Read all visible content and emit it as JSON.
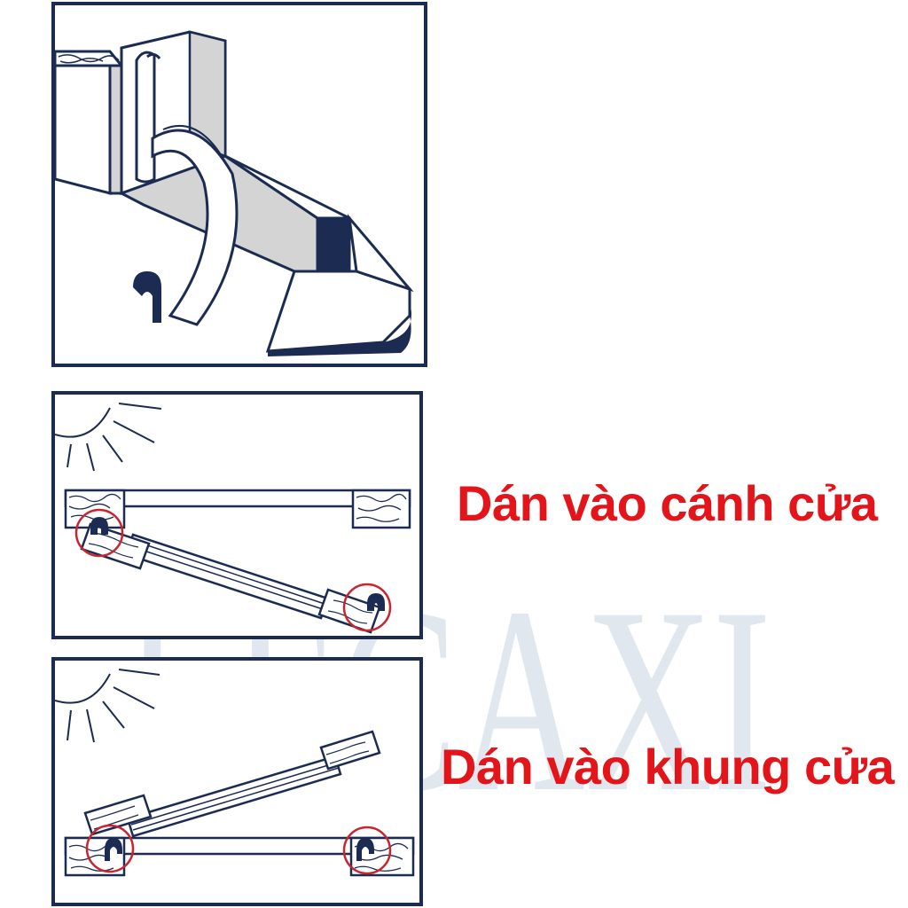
{
  "captions": {
    "sash": "Dán vào cánh cửa",
    "frame": "Dán vào khung cửa"
  },
  "watermark": {
    "text": "LECAXI"
  },
  "colors": {
    "navy": "#1b2b52",
    "caption_red": "#e4141b",
    "circle_red": "#c8262e",
    "watermark": "#c9d3e0",
    "gray_fill": "#d4d4d4"
  },
  "icons": {
    "sun": "sun-icon",
    "highlight": "red-circle-highlight"
  }
}
